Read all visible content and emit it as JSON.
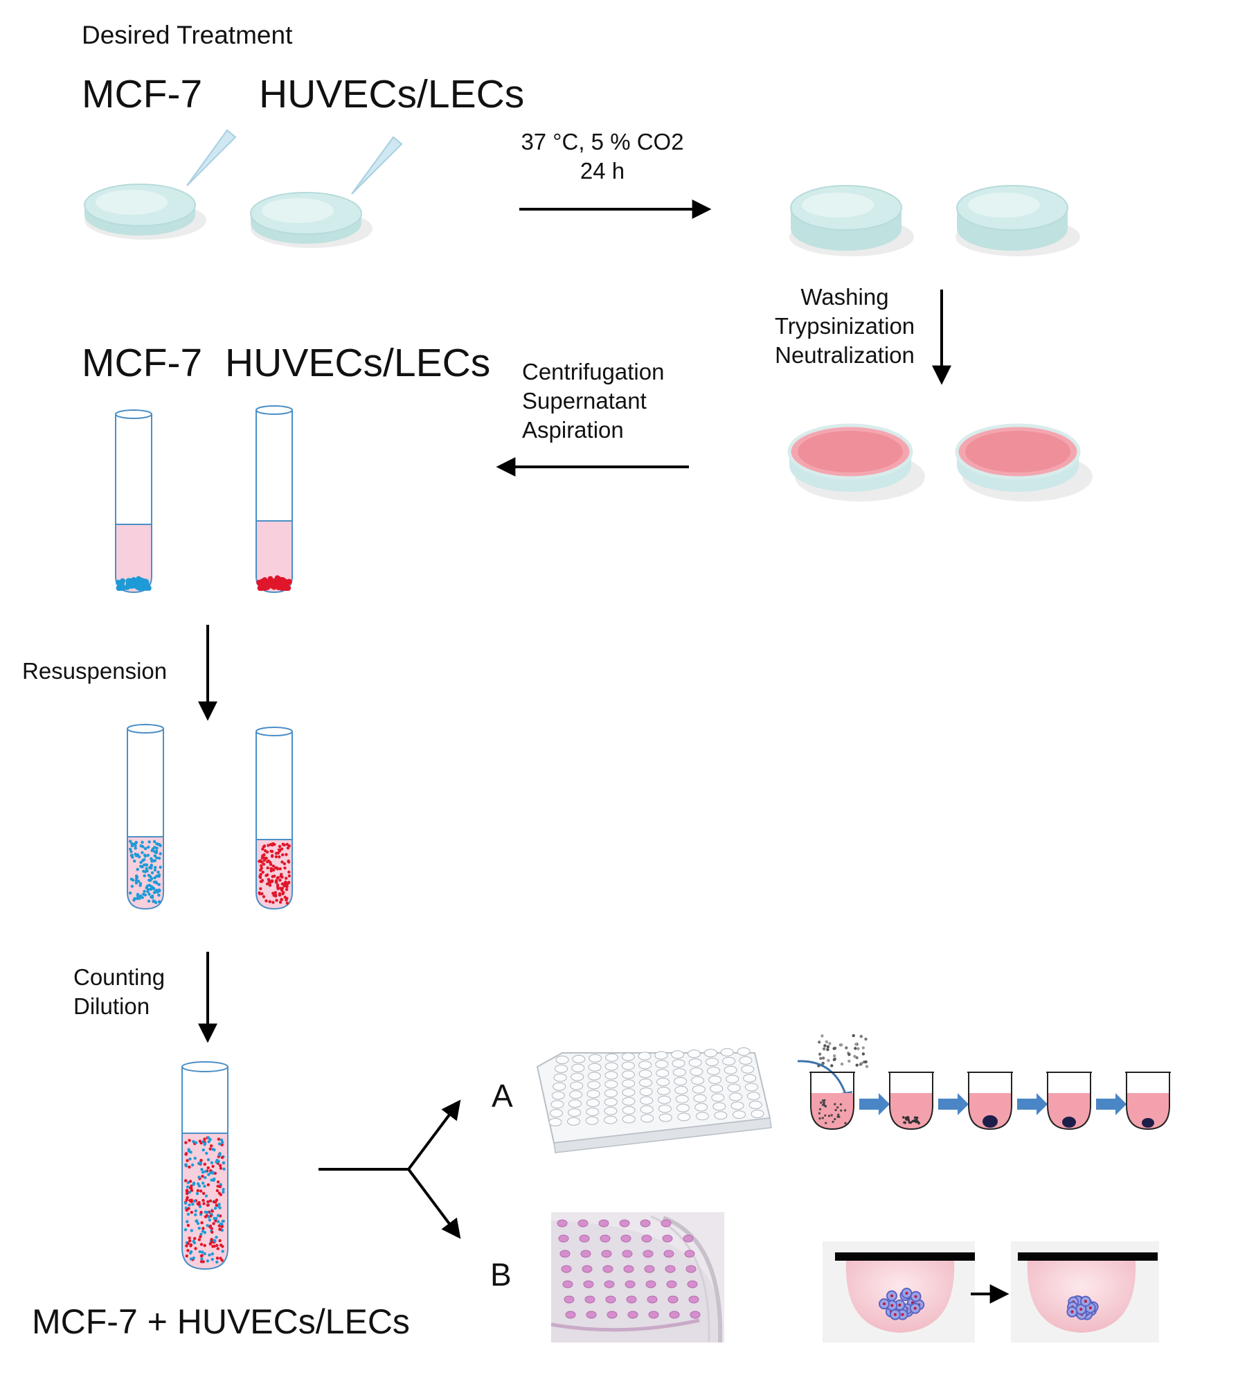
{
  "labels": {
    "desired_treatment": "Desired Treatment",
    "mcf7_top": "MCF-7",
    "huvec_top": "HUVECs/LECs",
    "incubation_line1": "37 °C, 5 % CO2",
    "incubation_line2": "24 h",
    "wash_line1": "Washing",
    "wash_line2": "Trypsinization",
    "wash_line3": "Neutralization",
    "mcf7_mid": "MCF-7",
    "huvec_mid": "HUVECs/LECs",
    "centri_line1": "Centrifugation",
    "centri_line2": "Supernatant",
    "centri_line3": "Aspiration",
    "resuspension": "Resuspension",
    "counting_line1": "Counting",
    "counting_line2": "Dilution",
    "mixture": "MCF-7 + HUVECs/LECs",
    "method_a": "A",
    "method_b": "B"
  },
  "colors": {
    "dish": "#c9e7e6",
    "dish_edge": "#a9d3d2",
    "medium": "#ef8f9a",
    "tube_fluid": "#f8cfdc",
    "tube_outline": "#4a8fc7",
    "mcf7_cells": "#1e9ad6",
    "huvec_cells": "#e0162b",
    "arrow": "#000000",
    "flow_arrow": "#4a86c5",
    "spheroid": "#5a63c2"
  }
}
